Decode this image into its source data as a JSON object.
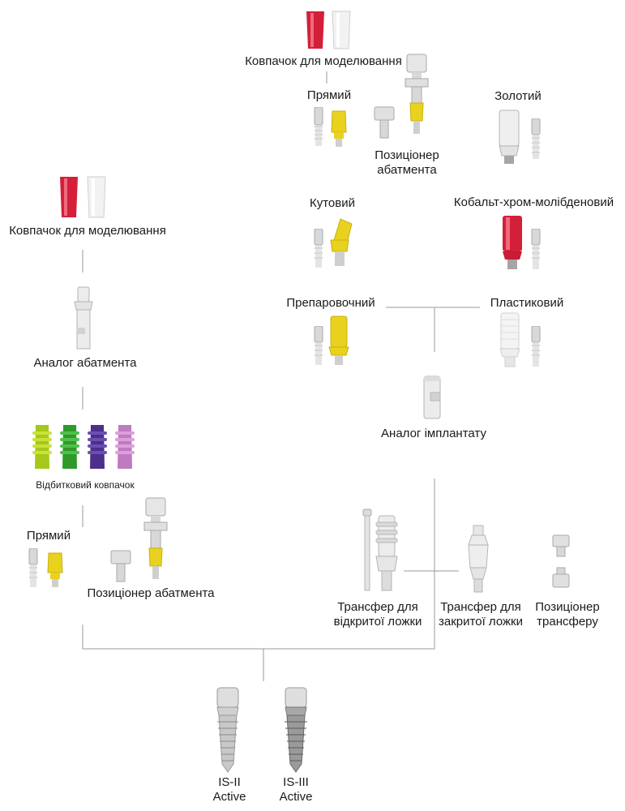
{
  "colors": {
    "red": "#d41f3a",
    "white": "#f2f2f2",
    "yellow": "#e8d21e",
    "metal": "#d8d8d8",
    "yellow_green": "#a6c81a",
    "green": "#2f9a2a",
    "purple": "#4a2f8c",
    "violet": "#c07ac0",
    "line": "#9a9a9a"
  },
  "top_right": {
    "cap_label": "Ковпачок для моделювання",
    "straight_label": "Прямий",
    "positioner_label": "Позиціонер абатмента",
    "gold_label": "Золотий",
    "angled_label": "Кутовий",
    "cocr_label": "Кобальт-хром-молібденовий",
    "prep_label": "Препаровочний",
    "plastic_label": "Пластиковий",
    "implant_analog_label": "Аналог імплантату"
  },
  "left": {
    "cap_label": "Ковпачок для моделювання",
    "abutment_analog_label": "Аналог абатмента",
    "impression_cap_label": "Відбитковий ковпачок",
    "straight_label": "Прямий",
    "positioner_label": "Позиціонер абатмента"
  },
  "transfers": {
    "open_tray_label": "Трансфер для відкритої ложки",
    "closed_tray_label": "Трансфер для закритої ложки",
    "positioner_label": "Позиціонер трансферу"
  },
  "implants": {
    "is2_label": "IS-II Active",
    "is3_label": "IS-III Active"
  }
}
